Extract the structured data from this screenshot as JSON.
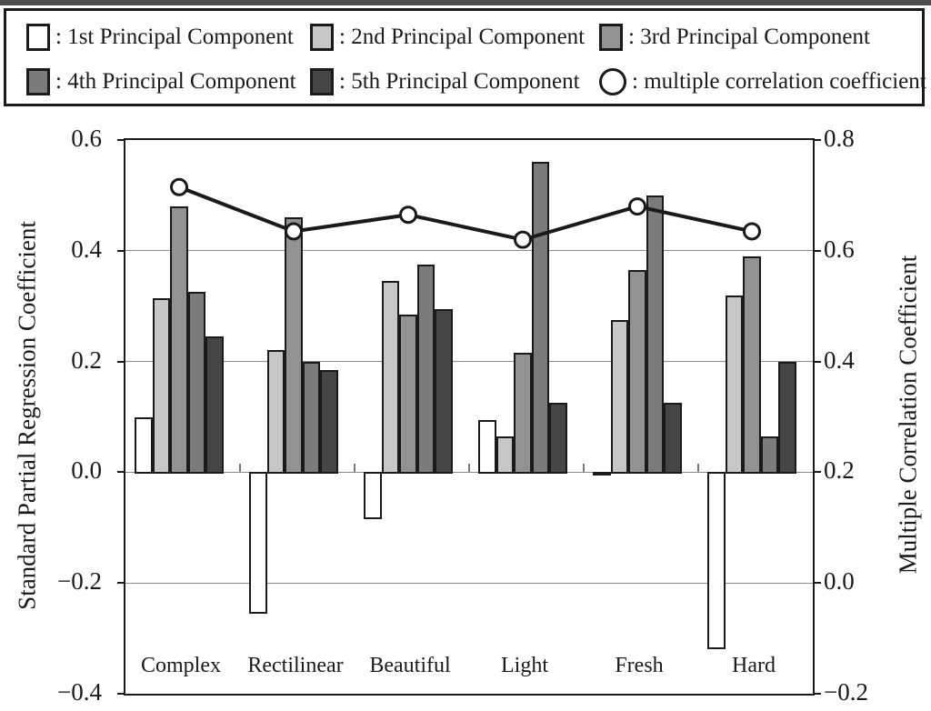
{
  "figure": {
    "legend": {
      "separator": ": ",
      "items": [
        {
          "label": "1st Principal Component",
          "marker": "swatch",
          "color": "#ffffff"
        },
        {
          "label": "2nd Principal Component",
          "marker": "swatch",
          "color": "#c7c7c7"
        },
        {
          "label": "3rd Principal Component",
          "marker": "swatch",
          "color": "#929292"
        },
        {
          "label": "4th Principal Component",
          "marker": "swatch",
          "color": "#7b7b7b"
        },
        {
          "label": "5th Principal Component",
          "marker": "swatch",
          "color": "#454545"
        },
        {
          "label": "multiple correlation coefficient",
          "marker": "circle",
          "color": "#ffffff"
        }
      ]
    }
  },
  "chart_data": {
    "type": "bar",
    "subtype": "grouped-bars-with-line-overlay-on-secondary-axis",
    "categories": [
      "Complex",
      "Rectilinear",
      "Beautiful",
      "Light",
      "Fresh",
      "Hard"
    ],
    "series": [
      {
        "name": "1st Principal Component",
        "color": "#ffffff",
        "values": [
          0.1,
          -0.255,
          -0.085,
          0.095,
          -0.005,
          -0.32
        ]
      },
      {
        "name": "2nd Principal Component",
        "color": "#c7c7c7",
        "values": [
          0.315,
          0.22,
          0.345,
          0.065,
          0.275,
          0.32
        ]
      },
      {
        "name": "3rd Principal Component",
        "color": "#929292",
        "values": [
          0.48,
          0.46,
          0.285,
          0.215,
          0.365,
          0.39
        ]
      },
      {
        "name": "4th Principal Component",
        "color": "#7b7b7b",
        "values": [
          0.325,
          0.2,
          0.375,
          0.56,
          0.5,
          0.065
        ]
      },
      {
        "name": "5th Principal Component",
        "color": "#454545",
        "values": [
          0.245,
          0.185,
          0.295,
          0.125,
          0.125,
          0.2
        ]
      }
    ],
    "line_series": {
      "name": "multiple correlation coefficient",
      "axis": "right",
      "marker": "circle",
      "color": "#1a1a1a",
      "values": [
        0.715,
        0.635,
        0.665,
        0.62,
        0.68,
        0.635
      ]
    },
    "ylabel_left": "Standard Partial Regression Coefficient",
    "ylabel_right": "Multiple Correlation Coefficient",
    "axis_left": {
      "min": -0.4,
      "max": 0.6,
      "step": 0.2,
      "tick_labels": [
        "0.6",
        "0.4",
        "0.2",
        "0.0",
        "−0.2",
        "−0.4"
      ]
    },
    "axis_right": {
      "min": -0.2,
      "max": 0.8,
      "step": 0.2,
      "tick_labels": [
        "0.8",
        "0.6",
        "0.4",
        "0.2",
        "0.0",
        "−0.2"
      ]
    },
    "grid": true,
    "legend_position": "top"
  }
}
